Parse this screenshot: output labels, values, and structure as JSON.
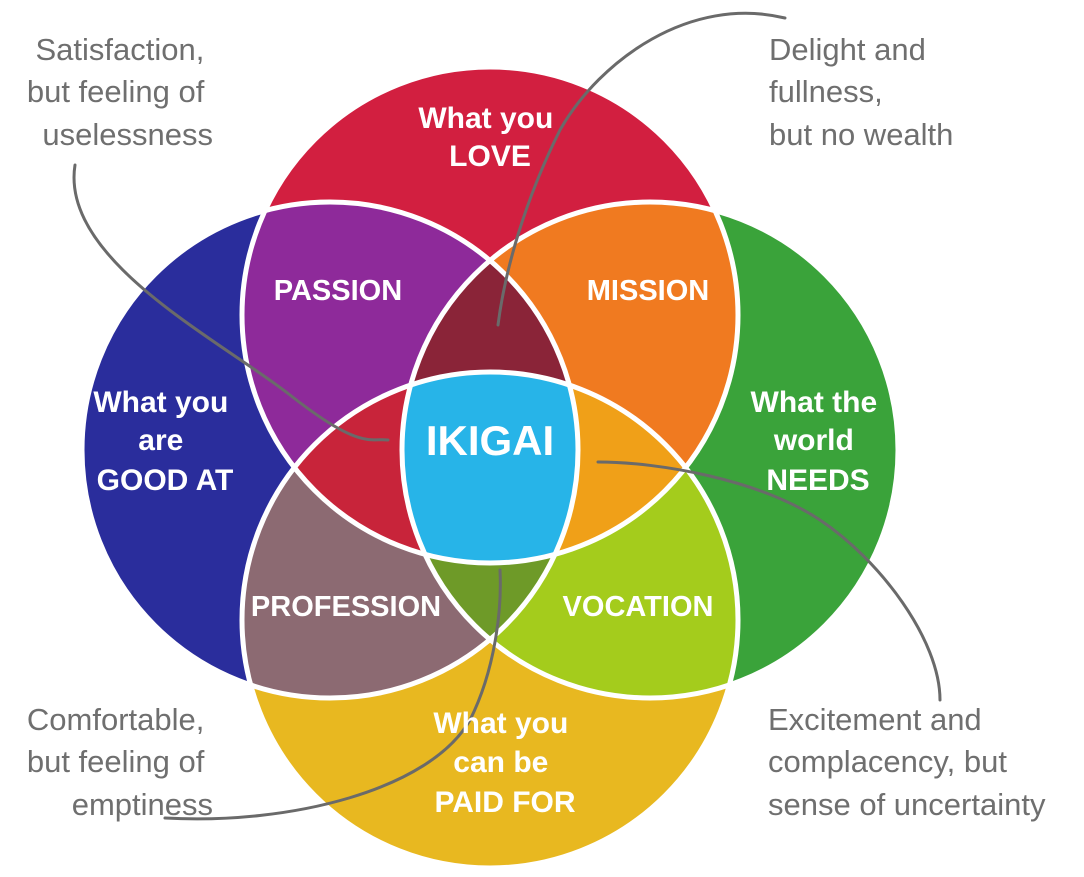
{
  "circles": [
    {
      "id": "love",
      "lines": [
        "What you",
        "LOVE"
      ],
      "color": "#d21f40"
    },
    {
      "id": "good",
      "lines": [
        "What you",
        "are",
        "GOOD AT"
      ],
      "color": "#2a2d9c"
    },
    {
      "id": "needs",
      "lines": [
        "What the",
        "world",
        "NEEDS"
      ],
      "color": "#3aa33a"
    },
    {
      "id": "paid",
      "lines": [
        "What you",
        "can be",
        "PAID FOR"
      ],
      "color": "#e8b820"
    }
  ],
  "overlaps": {
    "passion": {
      "label": "PASSION",
      "color": "#8e2a9a"
    },
    "mission": {
      "label": "MISSION",
      "color": "#f07a20"
    },
    "profession": {
      "label": "PROFESSION",
      "color": "#8c6a72"
    },
    "vocation": {
      "label": "VOCATION",
      "color": "#a4cc1c"
    }
  },
  "center": {
    "label": "IKIGAI",
    "color": "#27b4e8"
  },
  "annotations": {
    "top_left": [
      "Satisfaction,",
      "but feeling of",
      "uselessness"
    ],
    "top_right": [
      "Delight and",
      "fullness,",
      "but no wealth"
    ],
    "bottom_left": [
      "Comfortable,",
      "but feeling of",
      "emptiness"
    ],
    "bottom_right": [
      "Excitement and",
      "complacency, but",
      "sense of uncertainty"
    ]
  }
}
